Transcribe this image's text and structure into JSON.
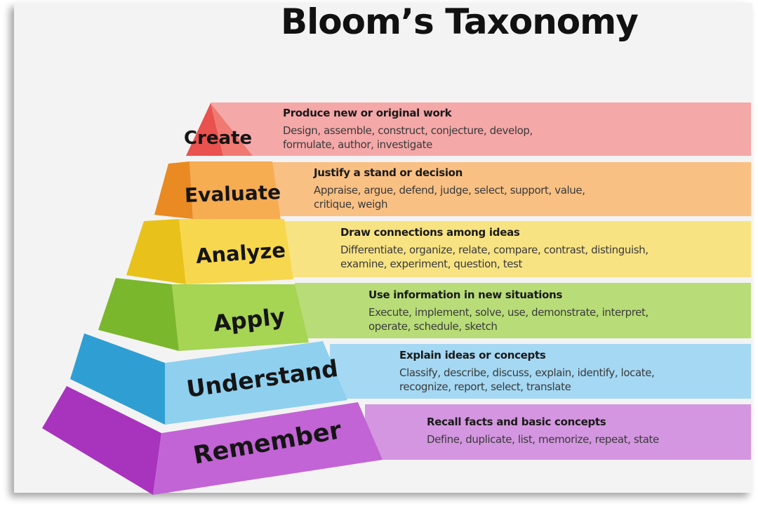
{
  "title": "Bloom’s Taxonomy",
  "colors": {
    "background": "#f3f3f3",
    "create": "#f5a3a3",
    "evaluate": "#f9bf7e",
    "analyze": "#f8e27a",
    "apply": "#b2db6e",
    "understand": "#9fd6f2",
    "remember": "#d28fe0"
  },
  "levels": [
    {
      "name": "Create",
      "heading": "Produce new or original work",
      "verbs": "Design, assemble, construct, conjecture, develop, formulate, author, investigate"
    },
    {
      "name": "Evaluate",
      "heading": "Justify a stand or decision",
      "verbs": "Appraise, argue, defend, judge, select, support,  value, critique,  weigh"
    },
    {
      "name": "Analyze",
      "heading": "Draw connections among ideas",
      "verbs": "Differentiate, organize, relate, compare, contrast, distinguish, examine, experiment, question, test"
    },
    {
      "name": "Apply",
      "heading": "Use information in new situations",
      "verbs": "Execute, implement, solve, use, demonstrate, interpret, operate, schedule, sketch"
    },
    {
      "name": "Understand",
      "heading": "Explain ideas or concepts",
      "verbs": "Classify, describe, discuss, explain, identify, locate, recognize, report, select, translate"
    },
    {
      "name": "Remember",
      "heading": "Recall facts and basic concepts",
      "verbs": "Define, duplicate, list, memorize, repeat, state"
    }
  ]
}
